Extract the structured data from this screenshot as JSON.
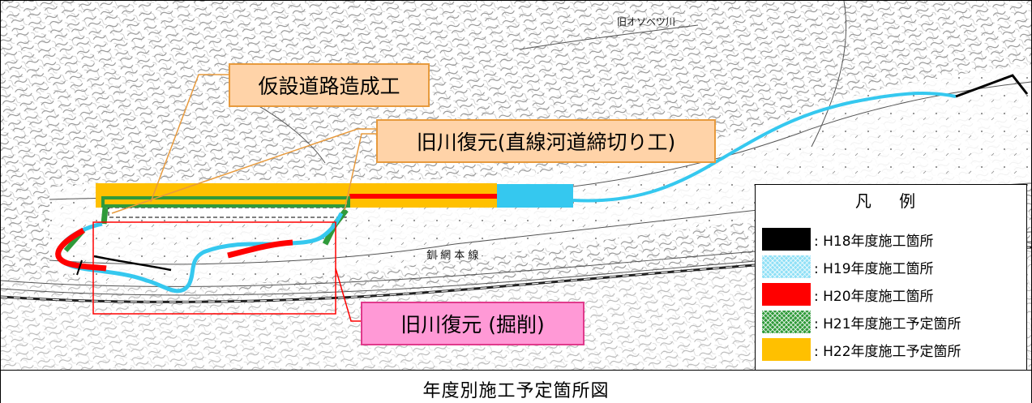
{
  "callouts": {
    "road": "仮設道路造成工",
    "straight_channel": "旧川復元(直線河道締切り工)",
    "excavation": "旧川復元 (掘削)"
  },
  "map_labels": {
    "old_river": "旧オソベツ川",
    "rail_line": "釧 網 本 線"
  },
  "legend": {
    "title": "凡 例",
    "items": [
      {
        "label": ": H18年度施工箇所",
        "color": "#000000"
      },
      {
        "label": ": H19年度施工箇所",
        "color": "#8fe0f6"
      },
      {
        "label": ": H20年度施工箇所",
        "color": "#ff0000"
      },
      {
        "label": ": H21年度施工予定箇所",
        "color": "#2f9a3a"
      },
      {
        "label": ": H22年度施工予定箇所",
        "color": "#ffc000"
      }
    ]
  },
  "caption": "年度別施工予定箇所図",
  "colors": {
    "h18": "#000000",
    "h19": "#35c8ef",
    "h20": "#ff0000",
    "h21": "#2f9a3a",
    "h22": "#ffc000",
    "callout_orange_fill": "#ffd3a8",
    "callout_orange_border": "#e79a3d",
    "callout_pink_fill": "#ff99d6",
    "callout_pink_border": "#e03a8c"
  }
}
